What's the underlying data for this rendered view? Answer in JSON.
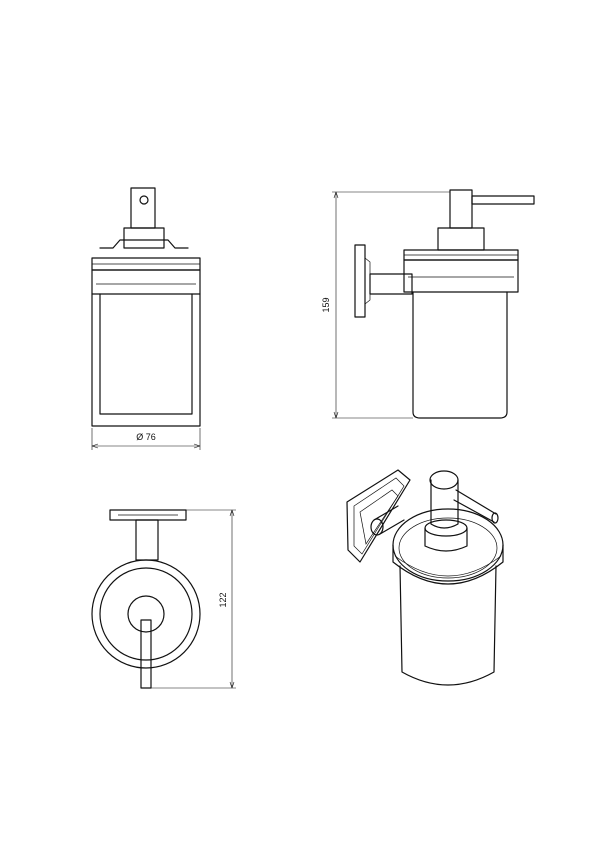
{
  "dimensions": {
    "diameter": "Ø 76",
    "height_side": "159",
    "height_top": "122"
  },
  "colors": {
    "line": "#111111",
    "background": "#ffffff"
  }
}
